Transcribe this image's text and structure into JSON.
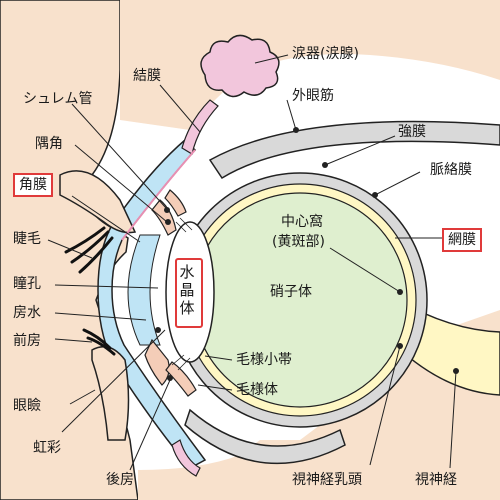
{
  "diagram": {
    "colors": {
      "skin": "#f8e1cc",
      "vitreous": "#dfefcf",
      "cornea": "#bfe4f5",
      "sclera": "#d9d9d9",
      "retina": "#fff7c4",
      "lacrimal": "#f2c6dc",
      "highlight_box": "#e03a3a",
      "outline": "#222222"
    },
    "labels": {
      "lacrimal_gland": "涙器(涙腺)",
      "conjunctiva": "結膜",
      "extraocular_muscle": "外眼筋",
      "schlemm_canal": "シュレム管",
      "sclera": "強膜",
      "angle": "隅角",
      "choroid": "脈絡膜",
      "cornea": "角膜",
      "fovea": "中心窩",
      "macula": "(黄斑部)",
      "retina": "網膜",
      "eyelash": "睫毛",
      "pupil": "瞳孔",
      "lens": "水晶体",
      "vitreous": "硝子体",
      "aqueous_humor": "房水",
      "anterior_chamber": "前房",
      "zonule": "毛様小帯",
      "ciliary_body": "毛様体",
      "eyelid": "眼瞼",
      "iris": "虹彩",
      "posterior_chamber": "後房",
      "optic_disc": "視神経乳頭",
      "optic_nerve": "視神経"
    }
  }
}
